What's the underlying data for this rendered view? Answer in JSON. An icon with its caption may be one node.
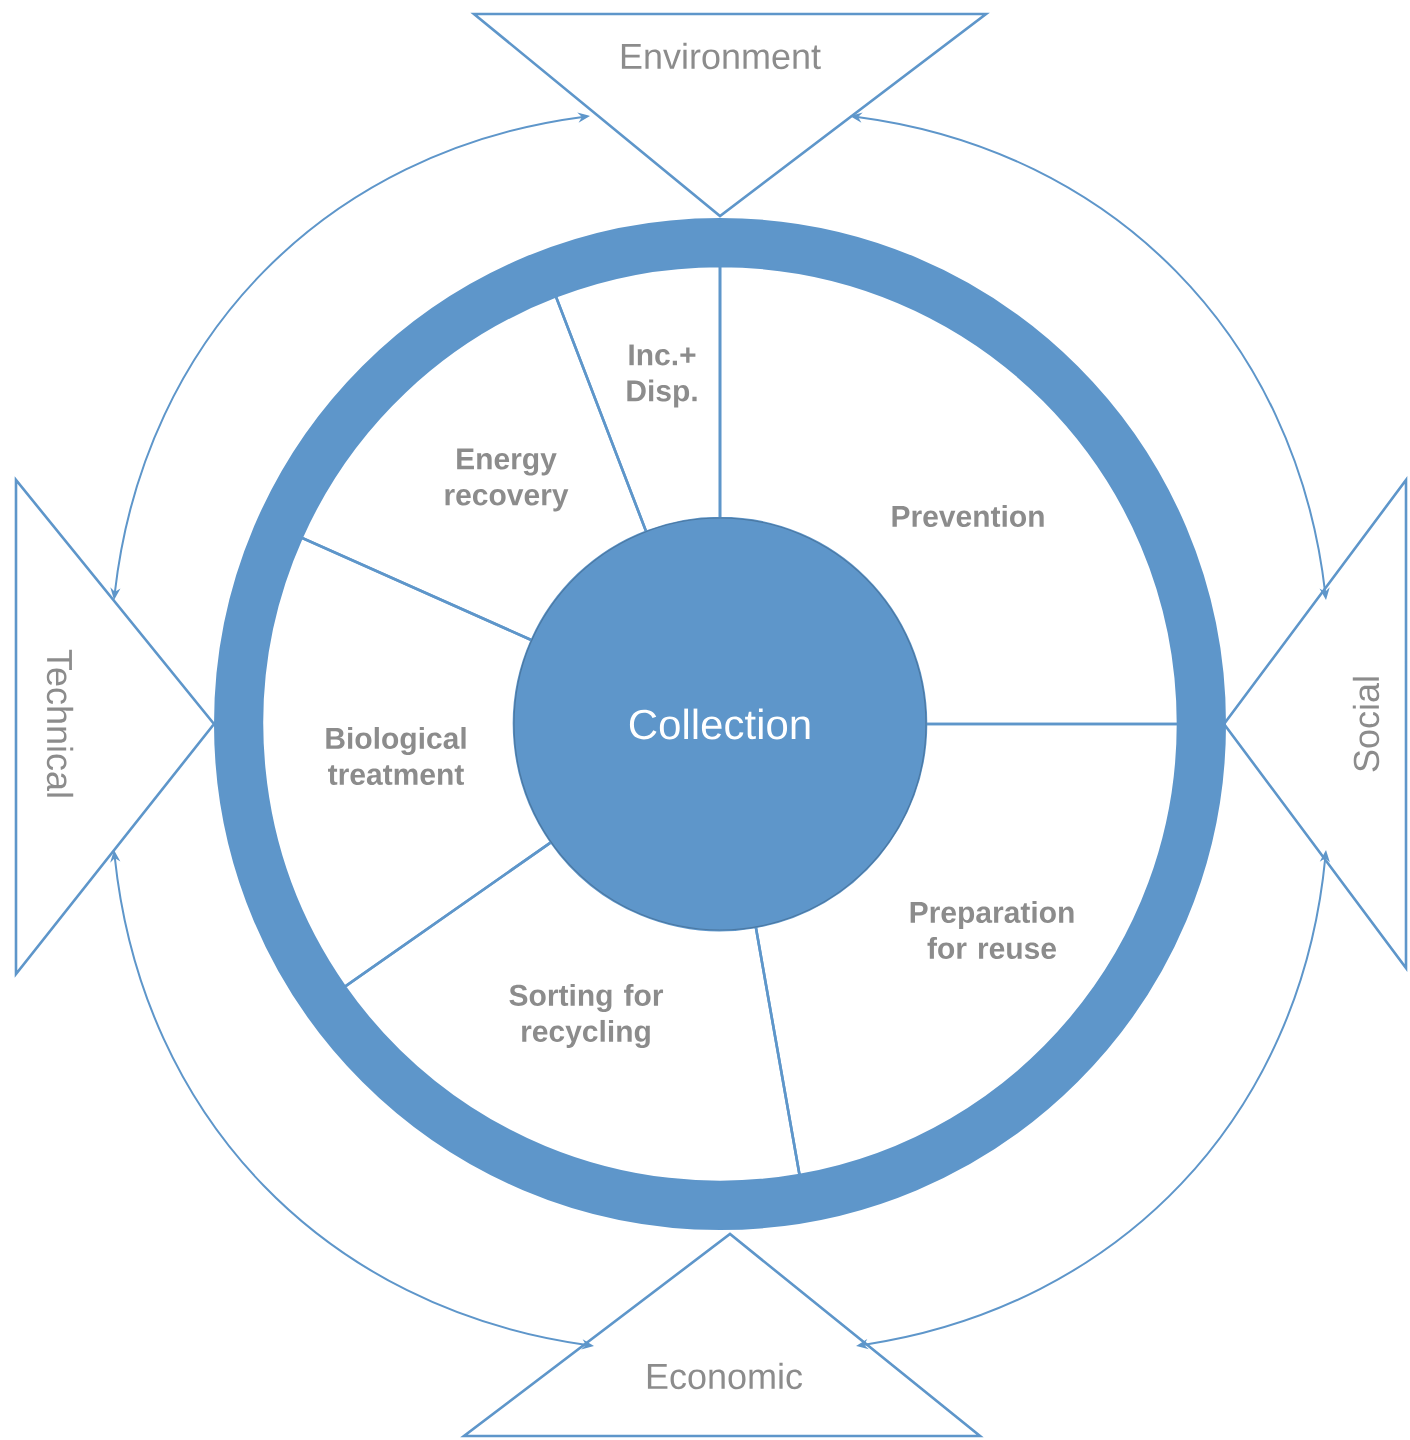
{
  "diagram": {
    "nodes": [
      {
        "text": [
          "Environment"
        ]
      },
      {
        "text": [
          "Inc.+ Disp."
        ]
      },
      {
        "text": [
          "Energy recovery"
        ]
      },
      {
        "text": [
          "Prevention"
        ]
      },
      {
        "text": [
          "Technical"
        ]
      },
      {
        "text": [
          "Collection"
        ]
      },
      {
        "text": [
          "Biological treatment"
        ]
      },
      {
        "text": [
          "Social"
        ]
      },
      {
        "text": [
          "Preparation for reuse"
        ]
      },
      {
        "text": [
          "Sorting for recycling"
        ]
      },
      {
        "text": [
          "Economic"
        ]
      }
    ],
    "edges": [
      {
        "from": 0,
        "to": 4,
        "arrow": "both"
      },
      {
        "from": 0,
        "to": 7,
        "arrow": "both"
      },
      {
        "from": 4,
        "to": 10,
        "arrow": "both"
      },
      {
        "from": 7,
        "to": 10,
        "arrow": "both"
      }
    ]
  }
}
